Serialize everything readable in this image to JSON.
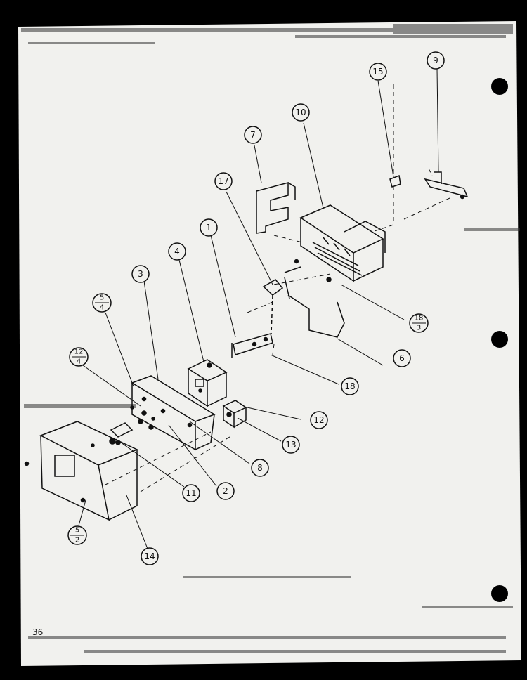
{
  "page_number": "36",
  "callouts": {
    "c1": "1",
    "c2": "2",
    "c3": "3",
    "c4": "4",
    "c5_4_top": "5",
    "c5_4_bottom": "4",
    "c6": "6",
    "c7": "7",
    "c8": "8",
    "c9": "9",
    "c10": "10",
    "c11": "11",
    "c12": "12",
    "c12_4_top": "12",
    "c12_4_bottom": "4",
    "c13": "13",
    "c14": "14",
    "c15": "15",
    "c17": "17",
    "c18": "18",
    "c18_3_top": "18",
    "c18_3_bottom": "3",
    "c5_2_top": "5",
    "c5_2_bottom": "2"
  },
  "colors": {
    "paper": "#f1f1ee",
    "ink": "#111111",
    "border": "#000000"
  }
}
